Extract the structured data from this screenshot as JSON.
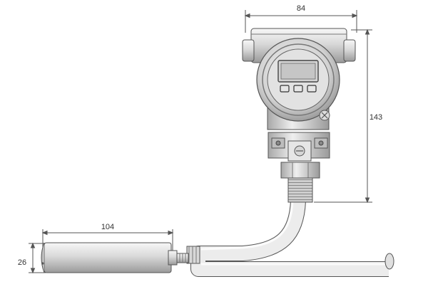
{
  "dimensions": {
    "width_label": "84",
    "height_label": "143",
    "probe_length_label": "104",
    "probe_diameter_label": "26"
  },
  "colors": {
    "outline": "#555555",
    "body_light": "#e6e6e6",
    "body_mid": "#bdbdbd",
    "body_dark": "#8a8a8a",
    "display": "#d4d4d4",
    "dimension_line": "#555555"
  }
}
